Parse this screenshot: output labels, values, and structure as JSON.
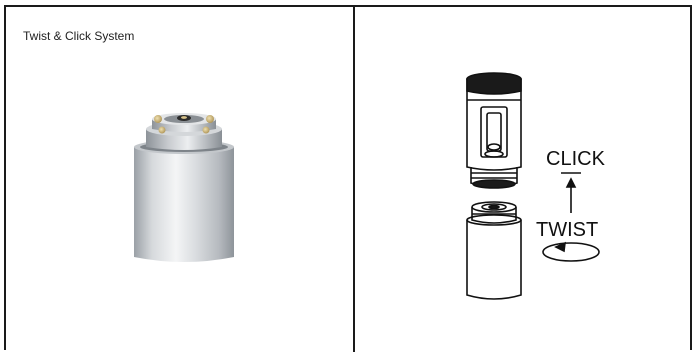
{
  "left_panel": {
    "caption": "Twist & Click System"
  },
  "right_panel": {
    "click_label": "CLICK",
    "twist_label": "TWIST"
  },
  "colors": {
    "border": "#1a1a1a",
    "metal_light": "#e8eaec",
    "metal_dark": "#a9adb2",
    "brass": "#c9b27a"
  }
}
